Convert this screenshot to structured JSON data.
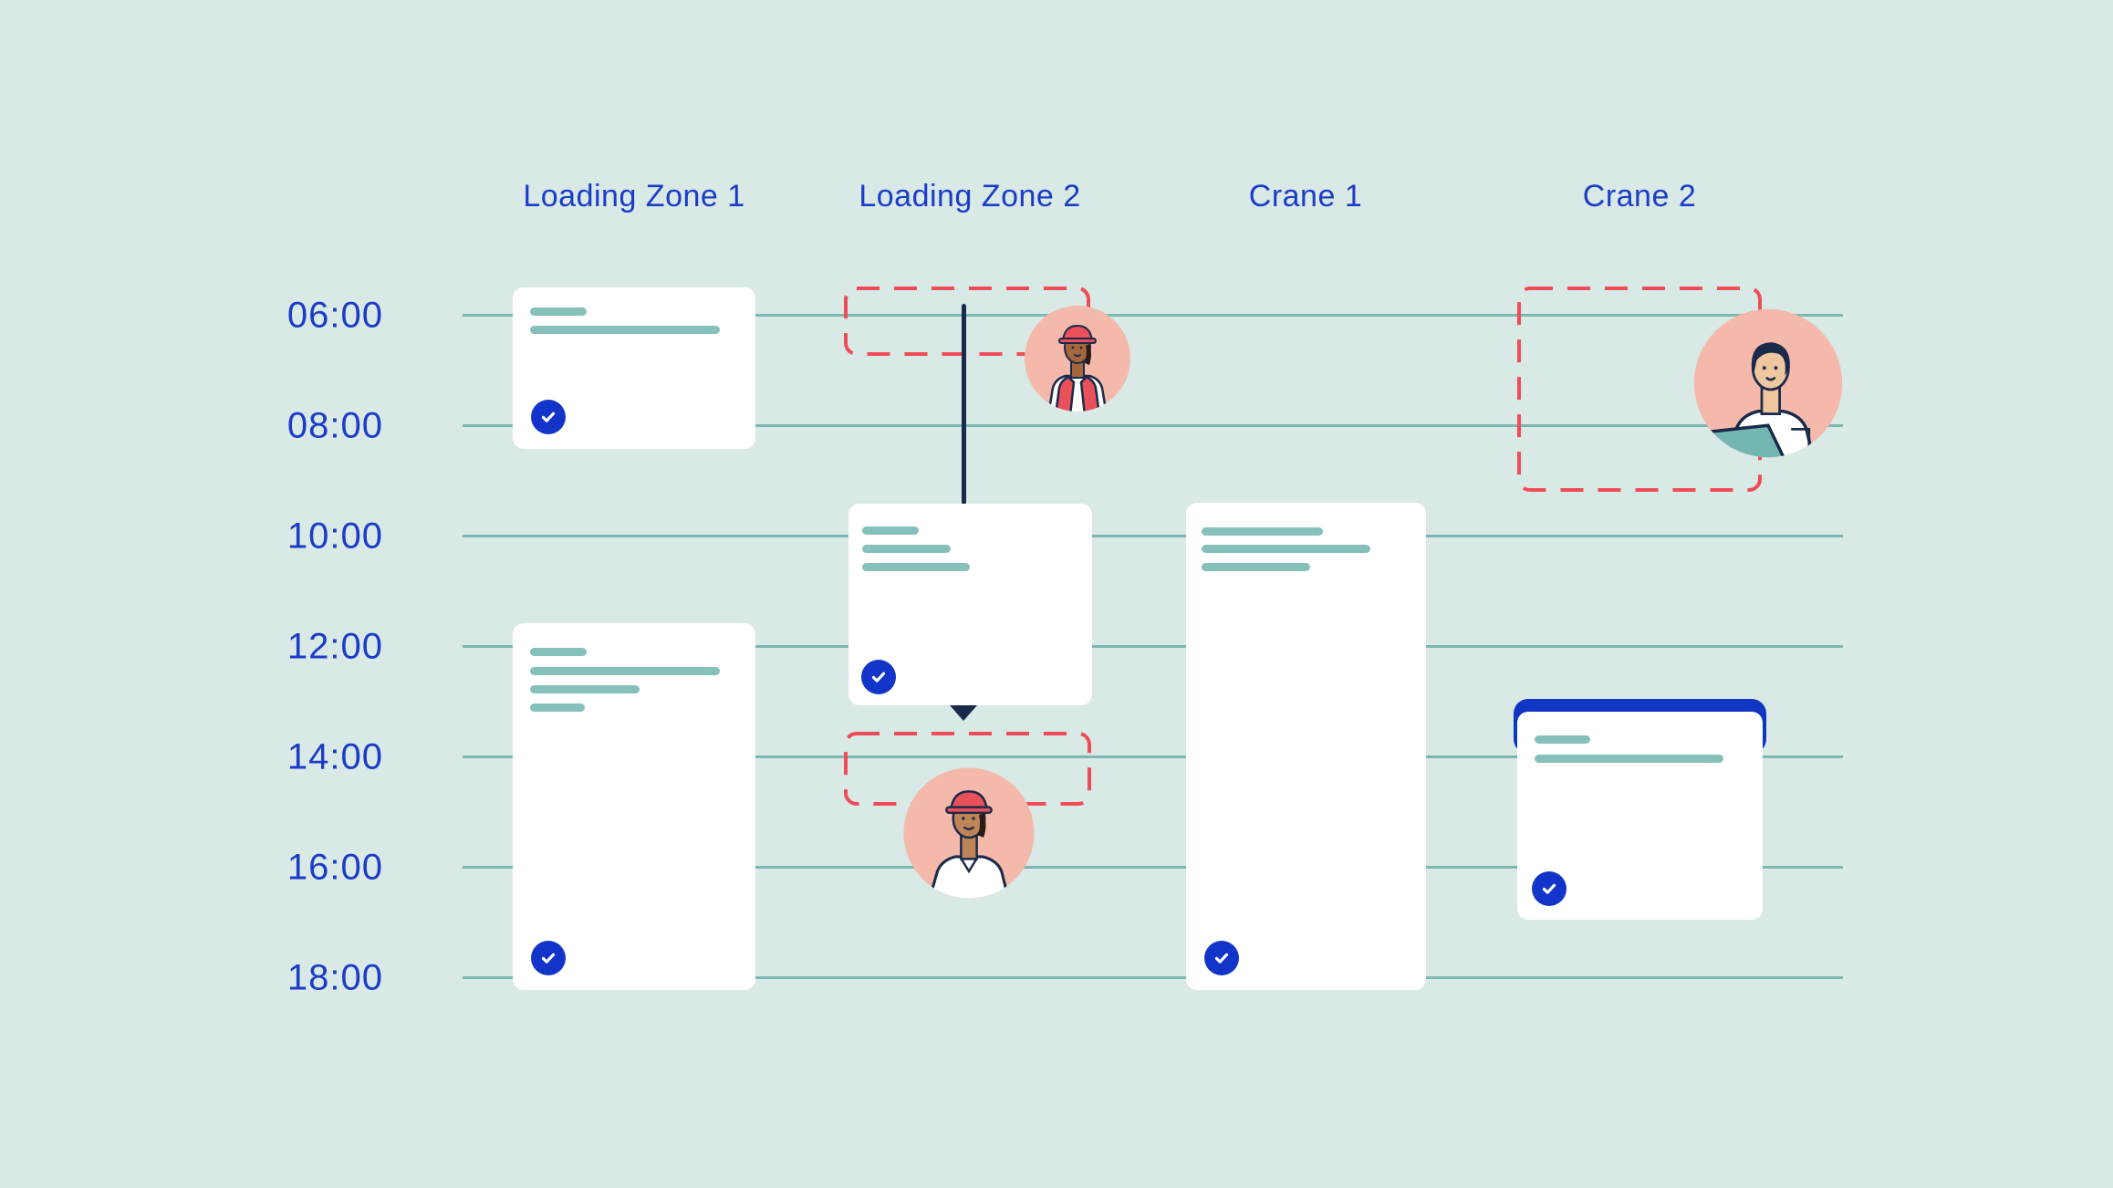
{
  "palette": {
    "background": "#d8e9e6",
    "grid_line": "#7db7b2",
    "heading_blue": "#1c3cc7",
    "badge_blue": "#1334c8",
    "highlight_bar_blue": "#1036c4",
    "alert_red": "#ee4d57",
    "arrow_navy": "#1b2a4a",
    "card_white": "#ffffff",
    "skeleton_teal": "#86c0bb",
    "avatar_background": "#f4b9aa"
  },
  "columns": [
    {
      "label": "Loading Zone 1"
    },
    {
      "label": "Loading Zone 2"
    },
    {
      "label": "Crane 1"
    },
    {
      "label": "Crane 2"
    }
  ],
  "time_rows": [
    "06:00",
    "08:00",
    "10:00",
    "12:00",
    "14:00",
    "16:00",
    "18:00"
  ],
  "bookings": [
    {
      "resource": "Loading Zone 1",
      "kind": "confirmed",
      "approx_start": "05:30",
      "approx_end": "08:30",
      "checked": true,
      "skeleton_lines": 2
    },
    {
      "resource": "Loading Zone 1",
      "kind": "confirmed",
      "approx_start": "11:30",
      "approx_end": "18:15",
      "checked": true,
      "skeleton_lines": 4
    },
    {
      "resource": "Loading Zone 2",
      "kind": "confirmed",
      "approx_start": "09:30",
      "approx_end": "13:00",
      "checked": true,
      "skeleton_lines": 3
    },
    {
      "resource": "Crane 1",
      "kind": "confirmed",
      "approx_start": "09:30",
      "approx_end": "18:15",
      "checked": true,
      "skeleton_lines": 3
    },
    {
      "resource": "Crane 2",
      "kind": "confirmed-highlighted",
      "approx_start": "13:00",
      "approx_end": "17:00",
      "checked": true,
      "skeleton_lines": 2,
      "highlight_top_bar": true
    }
  ],
  "proposed_slots": [
    {
      "resource": "Loading Zone 2",
      "approx_start": "05:30",
      "approx_end": "06:45",
      "style": "red-dashed",
      "avatar": "worker-red-vest"
    },
    {
      "resource": "Loading Zone 2",
      "approx_start": "13:30",
      "approx_end": "15:00",
      "style": "red-dashed",
      "avatar": "worker-hard-hat"
    },
    {
      "resource": "Crane 2",
      "approx_start": "05:30",
      "approx_end": "09:15",
      "style": "red-dashed",
      "avatar": "person-with-laptop"
    }
  ],
  "move_arrow": {
    "resource": "Loading Zone 2",
    "from_slot": "05:30",
    "to_slot": "13:30",
    "direction": "down"
  }
}
